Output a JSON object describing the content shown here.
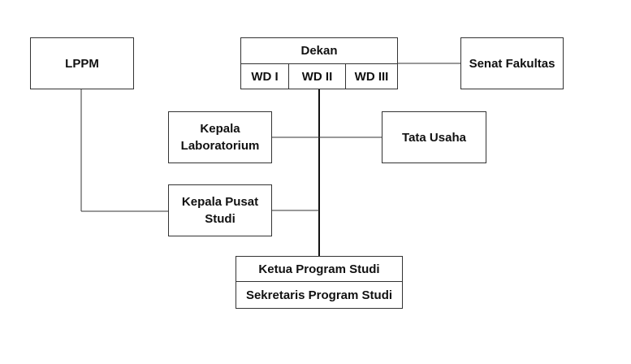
{
  "org_chart": {
    "lppm": "LPPM",
    "dekan": {
      "title": "Dekan",
      "wakil": [
        "WD I",
        "WD II",
        "WD III"
      ]
    },
    "senat": "Senat Fakultas",
    "kepala_lab": "Kepala Laboratorium",
    "tata_usaha": "Tata Usaha",
    "kepala_pusat_studi": "Kepala Pusat Studi",
    "prodi": {
      "ketua": "Ketua Program Studi",
      "sekretaris": "Sekretaris Program Studi"
    }
  }
}
